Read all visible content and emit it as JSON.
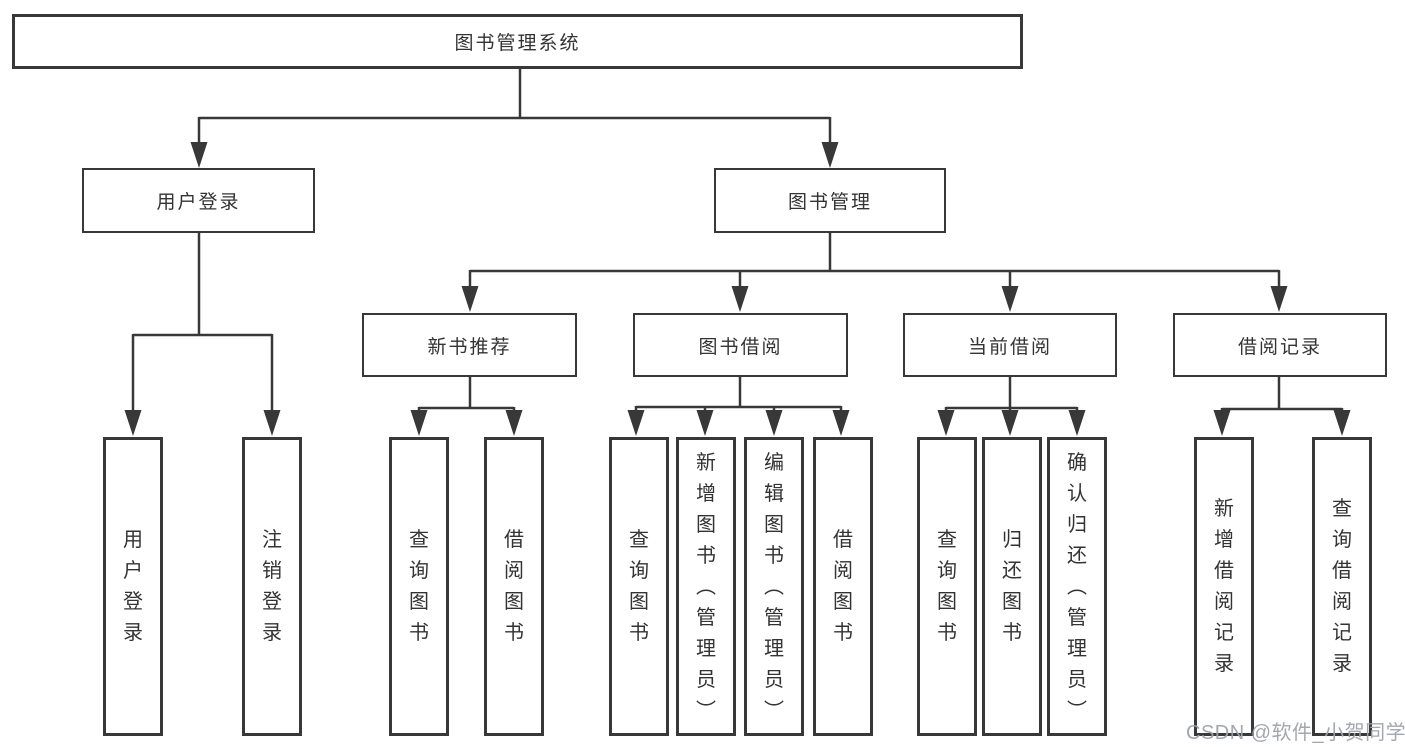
{
  "diagram": {
    "type": "hierarchy-tree",
    "colors": {
      "line": "#383838",
      "box_border": "#383838",
      "text": "#333333",
      "background": "#ffffff",
      "watermark": "#9ea3aa"
    },
    "tree": {
      "root": {
        "label": "图书管理系统",
        "children": [
          {
            "label": "用户登录",
            "children": [
              {
                "label": "用户登录"
              },
              {
                "label": "注销登录"
              }
            ]
          },
          {
            "label": "图书管理",
            "children": [
              {
                "label": "新书推荐",
                "children": [
                  {
                    "label": "查询图书"
                  },
                  {
                    "label": "借阅图书"
                  }
                ]
              },
              {
                "label": "图书借阅",
                "children": [
                  {
                    "label": "查询图书"
                  },
                  {
                    "label": "新增图书（管理员）"
                  },
                  {
                    "label": "编辑图书（管理员）"
                  },
                  {
                    "label": "借阅图书"
                  }
                ]
              },
              {
                "label": "当前借阅",
                "children": [
                  {
                    "label": "查询图书"
                  },
                  {
                    "label": "归还图书"
                  },
                  {
                    "label": "确认归还（管理员）"
                  }
                ]
              },
              {
                "label": "借阅记录",
                "children": [
                  {
                    "label": "新增借阅记录"
                  },
                  {
                    "label": "查询借阅记录"
                  }
                ]
              }
            ]
          }
        ]
      }
    }
  },
  "watermark": {
    "text": "CSDN @软件_小贺同学"
  }
}
